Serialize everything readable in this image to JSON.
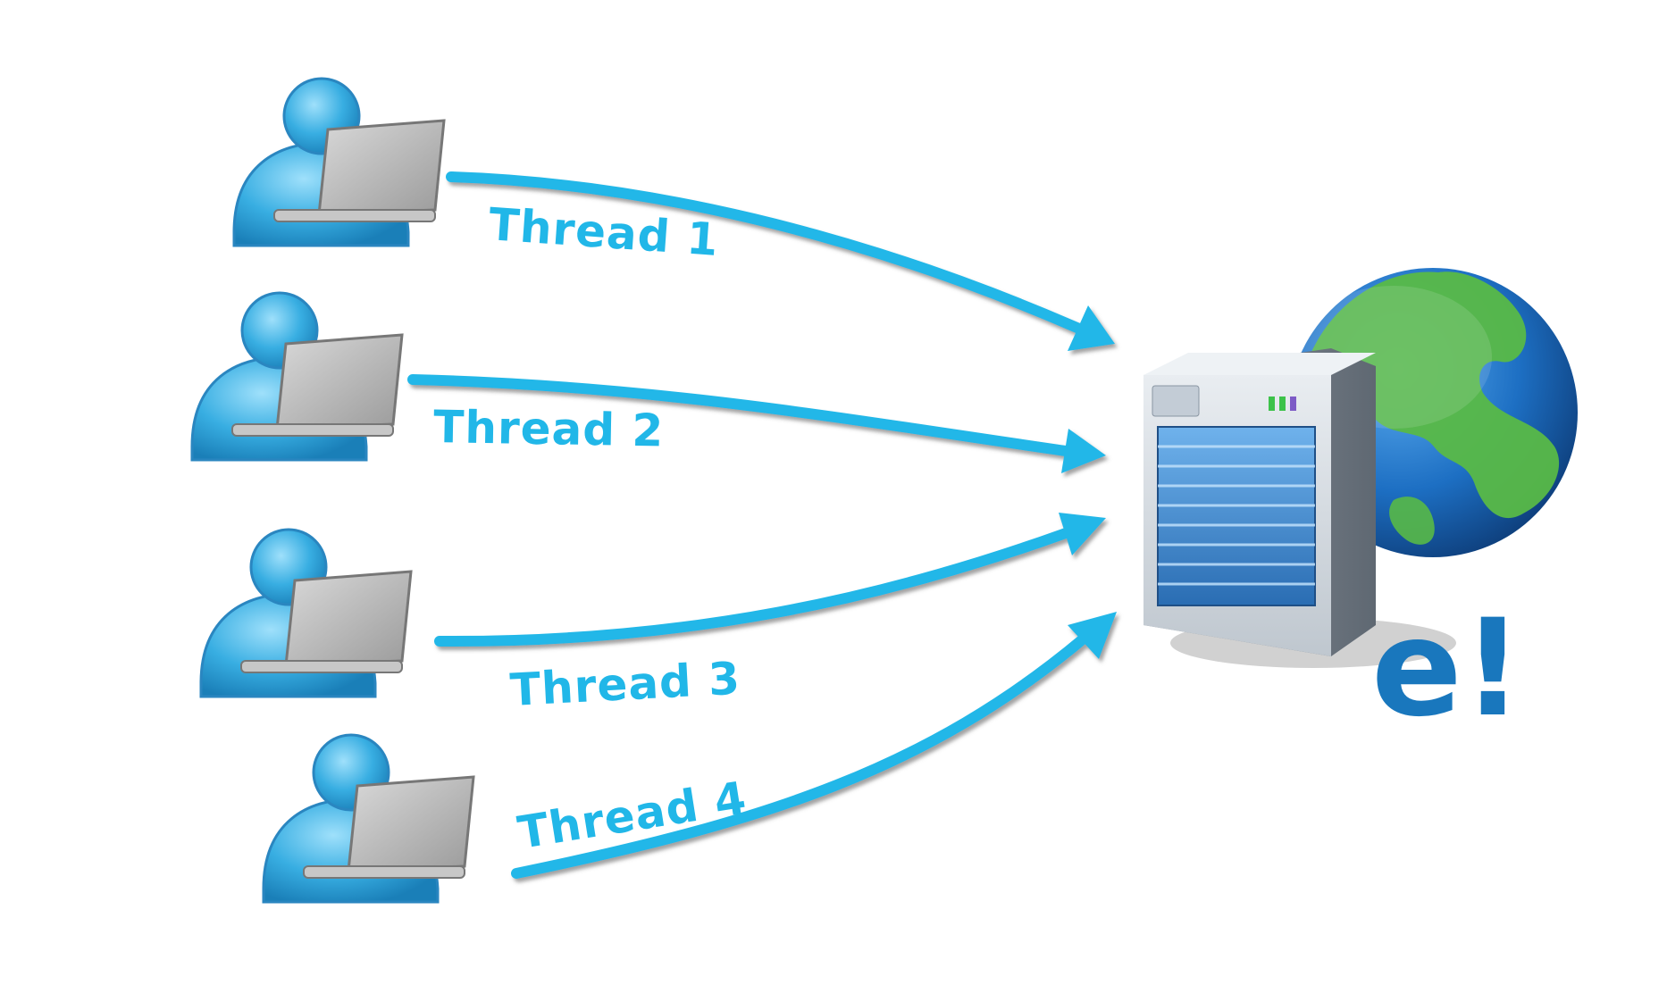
{
  "diagram": {
    "threads": [
      {
        "label": "Thread 1"
      },
      {
        "label": "Thread 2"
      },
      {
        "label": "Thread 3"
      },
      {
        "label": "Thread 4"
      }
    ],
    "brand_mark": "e!",
    "colors": {
      "arrow": "#21b7e8",
      "user": "#36aee0",
      "laptop": "#a9a9a9",
      "server_panel": "#3f86c8",
      "server_body": "#cfd6de",
      "globe_ocean": "#1d6fc3",
      "globe_land": "#58b947",
      "brand": "#1977bd"
    },
    "icons": {
      "user": "user-with-laptop-icon",
      "server": "server-tower-icon",
      "globe": "globe-icon"
    }
  }
}
